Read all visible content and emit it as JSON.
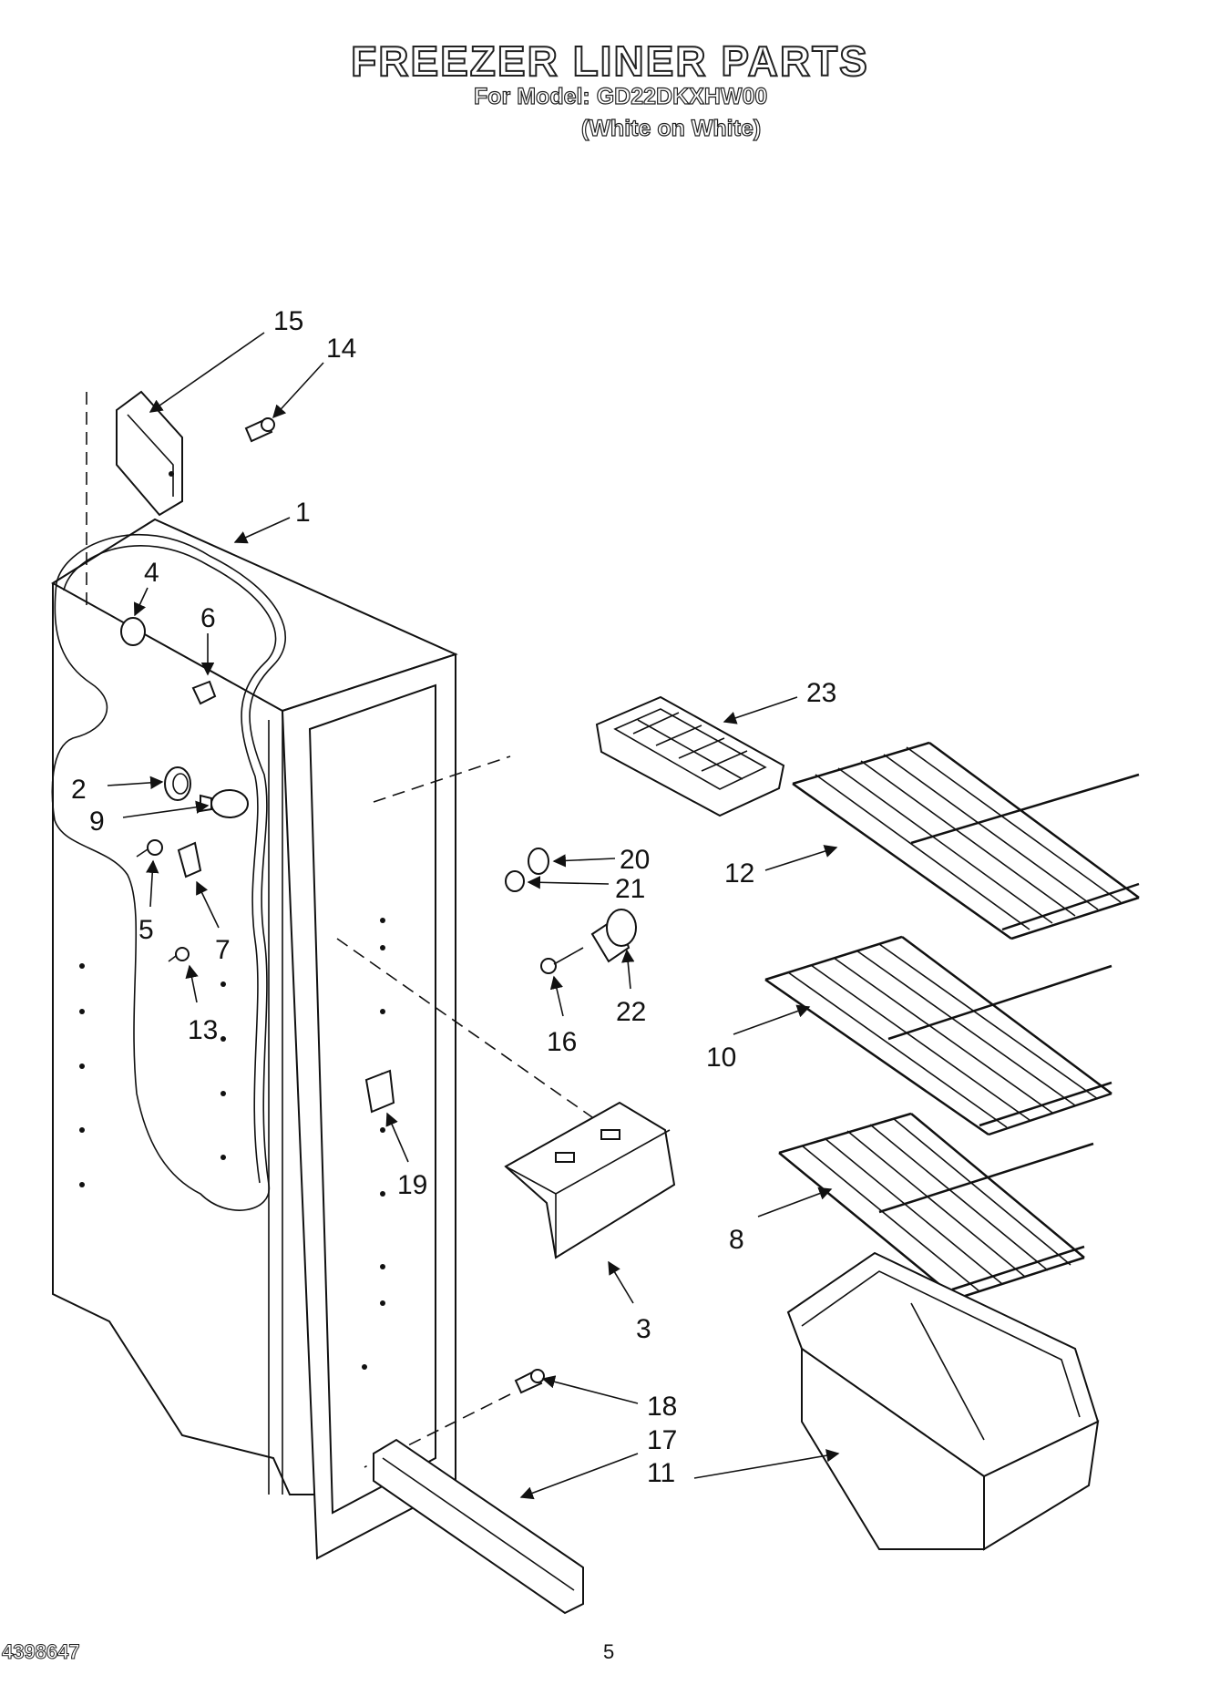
{
  "header": {
    "title": "FREEZER LINER PARTS",
    "model": "For Model: GD22DKXHW00",
    "variant": "(White on White)"
  },
  "footer": {
    "doc_number": "4398647",
    "page_number": "5"
  },
  "callouts": [
    "15",
    "14",
    "1",
    "4",
    "6",
    "2",
    "9",
    "5",
    "7",
    "13",
    "23",
    "20",
    "21",
    "12",
    "22",
    "16",
    "10",
    "19",
    "8",
    "3",
    "18",
    "17",
    "11"
  ]
}
